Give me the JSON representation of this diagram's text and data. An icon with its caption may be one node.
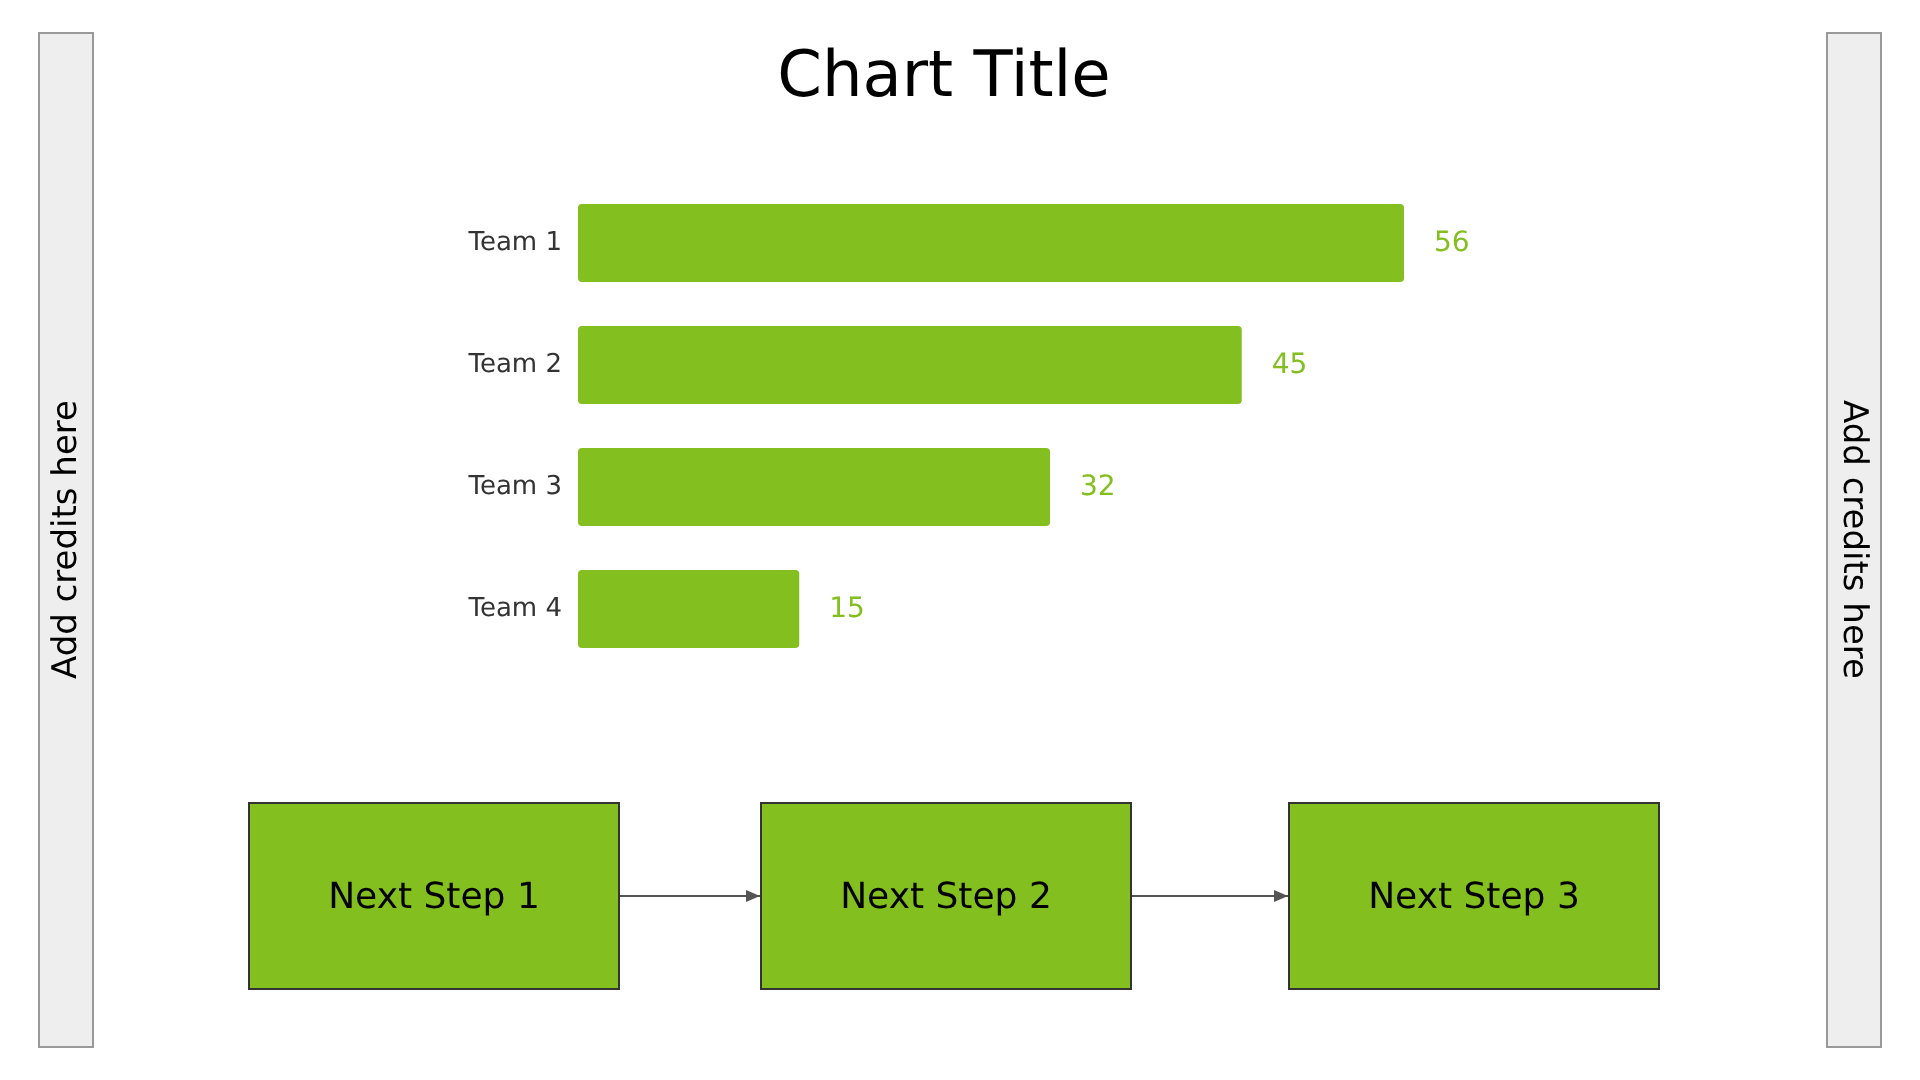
{
  "diagram": {
    "nodes": [
      {
        "text": [
          "Add credits here"
        ]
      },
      {
        "text": [
          "Add credits here"
        ]
      },
      {
        "text": [
          "Next Step 1"
        ]
      },
      {
        "text": [
          "Next Step 2"
        ]
      },
      {
        "text": [
          "Next Step 3"
        ]
      }
    ],
    "edges": [
      {
        "from": 2,
        "to": 3,
        "arrow": "to"
      },
      {
        "from": 3,
        "to": 4,
        "arrow": "to"
      }
    ],
    "chart_data": {
      "type": "bar",
      "title": "Chart Title",
      "orientation": "horizontal",
      "data_labels": true,
      "categories": [
        "Team 1",
        "Team 2",
        "Team 3",
        "Team 4"
      ],
      "series": [
        {
          "color": "#82bf1f",
          "values": [
            56,
            45,
            32,
            15
          ]
        }
      ]
    }
  }
}
